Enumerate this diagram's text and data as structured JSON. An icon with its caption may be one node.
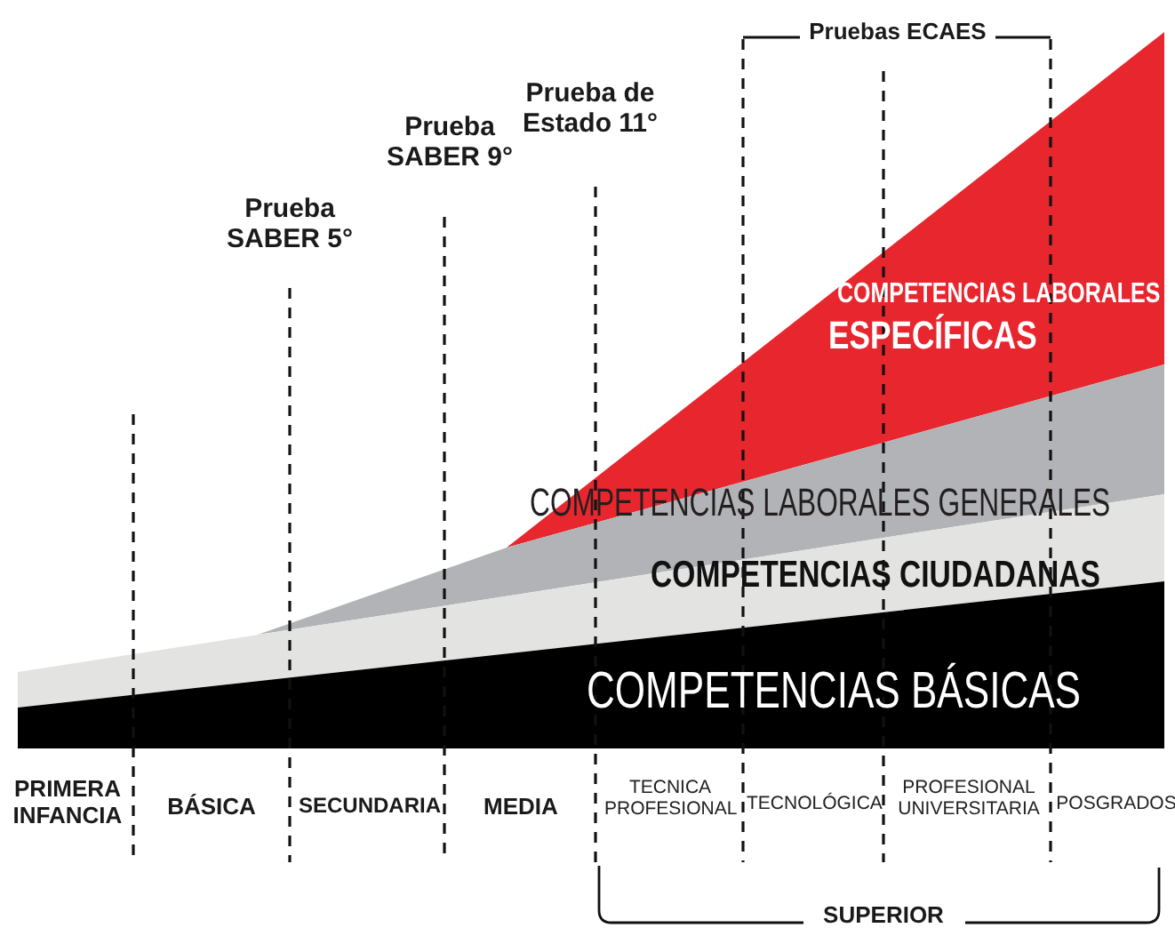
{
  "diagram": {
    "nodes": [
      {
        "text": [
          "COMPETENCIAS LABORALES",
          "ESPECÍFICAS"
        ]
      },
      {
        "text": [
          "COMPETENCIAS LABORALES GENERALES"
        ]
      },
      {
        "text": [
          "COMPETENCIAS CIUDADANAS"
        ]
      },
      {
        "text": [
          "COMPETENCIAS BÁSICAS"
        ]
      }
    ],
    "labels": [
      "Pruebas ECAES",
      "Prueba de Estado 11°",
      "Prueba SABER 9°",
      "Prueba SABER 5°",
      "PRIMERA INFANCIA",
      "BÁSICA",
      "SECUNDARIA",
      "MEDIA",
      "TECNICA PROFESIONAL",
      "TECNOLÓGICA",
      "PROFESIONAL UNIVERSITARIA",
      "POSGRADOS",
      "SUPERIOR"
    ]
  }
}
